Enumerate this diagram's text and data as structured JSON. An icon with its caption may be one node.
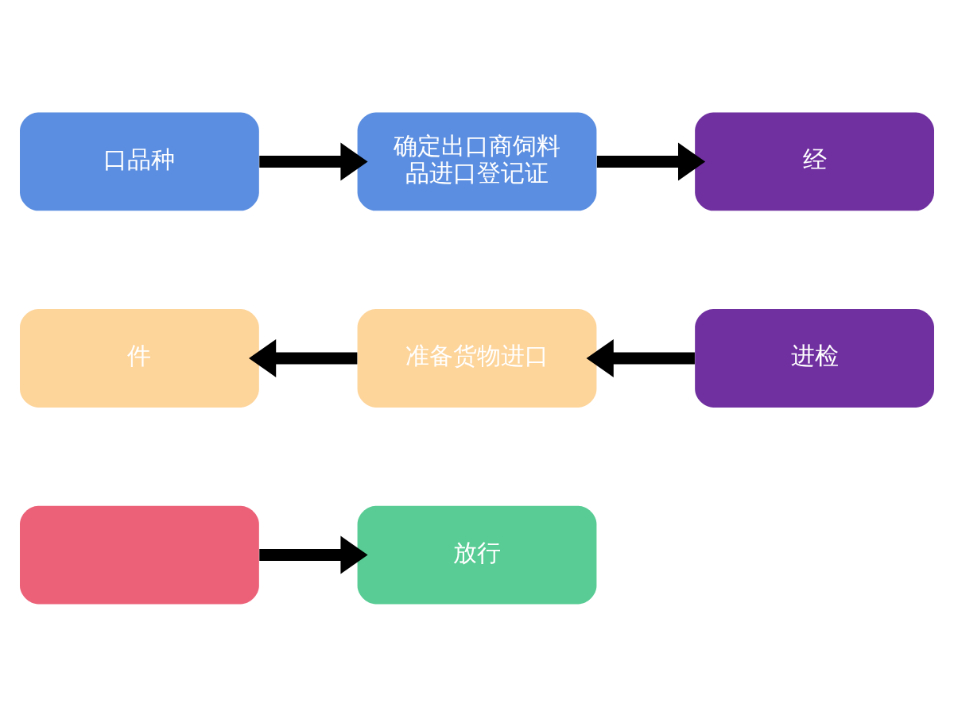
{
  "diagram": {
    "nodes": [
      {
        "text": [
          "口品种"
        ]
      },
      {
        "text": [
          "确定出口商饲料品进口登记证"
        ]
      },
      {
        "text": [
          "经"
        ]
      },
      {
        "text": [
          "件"
        ]
      },
      {
        "text": [
          "准备货物进口"
        ]
      },
      {
        "text": [
          "进检"
        ]
      },
      {
        "text": [],
        "shape": "box"
      },
      {
        "text": [
          "放行"
        ]
      }
    ],
    "edges": [
      {
        "from": 0,
        "to": 1,
        "arrow": "to"
      },
      {
        "from": 1,
        "to": 2,
        "arrow": "to"
      },
      {
        "from": 5,
        "to": 4,
        "arrow": "to"
      },
      {
        "from": 4,
        "to": 3,
        "arrow": "to"
      },
      {
        "from": 6,
        "to": 7,
        "arrow": "to"
      }
    ]
  }
}
